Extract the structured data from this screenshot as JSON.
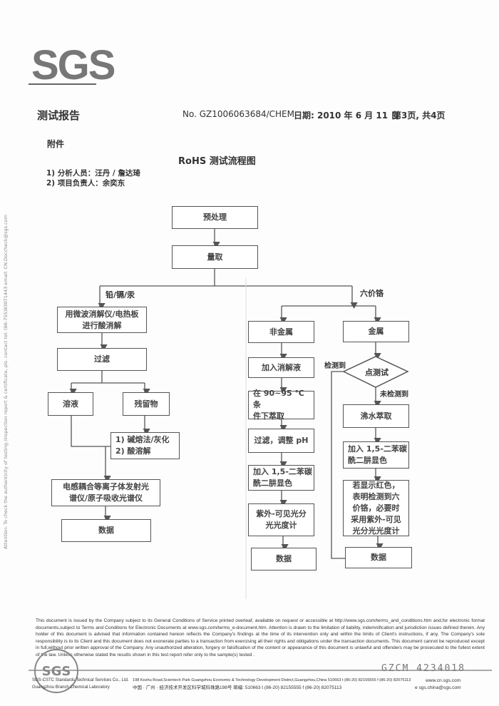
{
  "logo": "SGS",
  "header": {
    "title": "测试报告",
    "report_no": "No. GZ1006063684/CHEM",
    "date": "日期: 2010 年 6 月 11 日",
    "page": "第3页, 共4页"
  },
  "attachment_label": "附件",
  "flow_title": "RoHS 测试流程图",
  "staff": [
    "1) 分析人员：汪丹 / 詹达琦",
    "2) 项目负责人：余奕东"
  ],
  "flow": {
    "pretreat": "预处理",
    "measure": "量取",
    "branch_heavy": "铅/镉/汞",
    "branch_cr": "六价铬",
    "digest": "用微波消解仪/电热板\n进行酸消解",
    "filter": "过滤",
    "solution": "溶液",
    "residue": "残留物",
    "alkali": "1) 碱熔法/灰化\n2) 酸溶解",
    "icp": "电感耦合等离子体发射光\n谱仪/原子吸收光谱仪",
    "data_left": "数据",
    "nonmetal": "非金属",
    "add_digest": "加入消解液",
    "extract_heat": "在  90~95 ℃ 条\n件下萃取",
    "filter_ph": "过滤，调整 pH",
    "add_dpc_1": "加入 1,5-二苯碳\n酰二肼显色",
    "uvvis": "紫外-可见光分\n光光度计",
    "data_mid": "数据",
    "metal": "金属",
    "spot_test": "点测试",
    "detected": "检测到",
    "not_detected": "未检测到",
    "boil_extract": "沸水萃取",
    "add_dpc_2": "加入 1,5-二苯碳\n酰二肼显色",
    "red_note": "若显示红色，\n表明检测到六\n价铬，必要时\n采用紫外-可见\n光分光光度计",
    "data_right": "数据"
  },
  "footer": {
    "terms": "This document is issued by the Company subject to its General Conditions of Service printed overleaf, available on request or accessible at http://www.sgs.com/terms_and_conditions.htm and,for electronic format documents,subject to Terms and Conditions for Electronic Documents at www.sgs.com/terms_e-document.htm. Attention is drawn to the limitation of liability, indemnification and jurisdiction issues defined therein. Any holder of this document is advised that information contained hereon reflects the Company's findings at the time of its intervention only and within the limits of Client's instructions, if any. The Company's sole responsibility is to its Client and this document does not exonerate parties to a transaction from exercising all their rights and obligations under the transaction documents. This document cannot be reproduced except in full,without prior written approval of the Company. Any unauthorized alteration, forgery or falsification of the content or appearance of this document is unlawful and offenders may be prosecuted to the fullest extent of the law. Unless otherwise stated the results shown in this test report refer only to the sample(s) tested .",
    "serial": "GZCM  4234018",
    "company_en": "SGS-CSTC Standards Technical Services Co., Ltd.",
    "company_cn_lab": "Guangzhou Branch Chemical Laboratory",
    "addr_en": "198 Kezhu Road,Scientech Park Guangzhou Economic & Technology Development District,Guangzhou,China  510663   t (86-20) 82155555   f (86-20) 82075113",
    "addr_cn": "中国 · 广州 · 经济技术开发区科学城科珠路198号          邮编: 510663   t (86-20) 82155555   f (86-20) 82075113",
    "web": "www.cn.sgs.com",
    "email": "e  sgs.china@sgs.com"
  },
  "side_note": "Attention: To check the authenticity of testing /inspection report & certificate, pls. contact tel: (86-755)83071443 email: CN.Doccheck@sgs.com"
}
